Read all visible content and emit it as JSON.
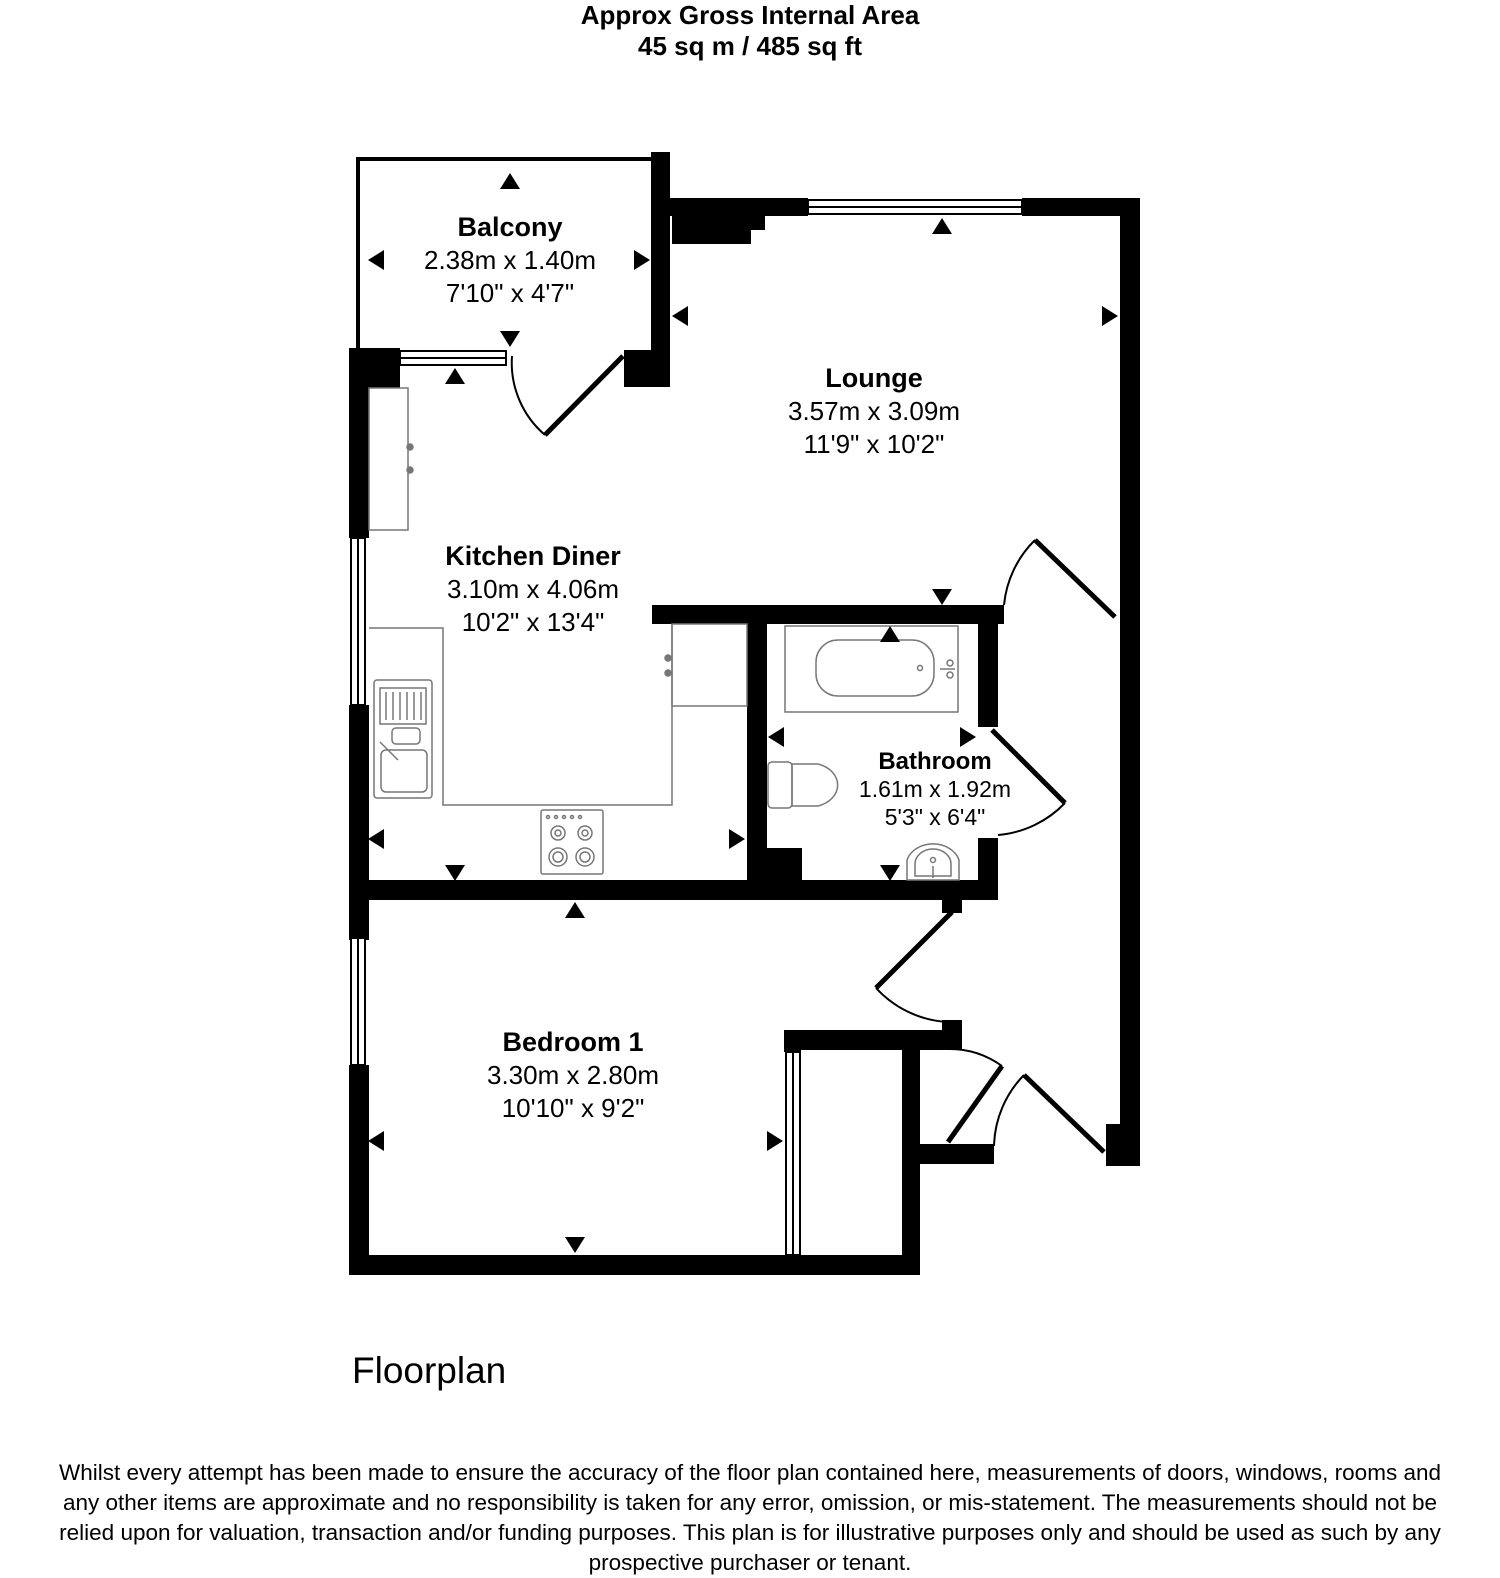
{
  "header": {
    "title": "Approx Gross Internal Area",
    "area": "45 sq m / 485 sq ft"
  },
  "rooms": {
    "balcony": {
      "name": "Balcony",
      "metric": "2.38m x 1.40m",
      "imperial": "7'10\" x 4'7\""
    },
    "lounge": {
      "name": "Lounge",
      "metric": "3.57m x 3.09m",
      "imperial": "11'9\" x 10'2\""
    },
    "kitchen": {
      "name": "Kitchen Diner",
      "metric": "3.10m x 4.06m",
      "imperial": "10'2\" x 13'4\""
    },
    "bathroom": {
      "name": "Bathroom",
      "metric": "1.61m x 1.92m",
      "imperial": "5'3\" x 6'4\""
    },
    "bedroom1": {
      "name": "Bedroom 1",
      "metric": "3.30m x 2.80m",
      "imperial": "10'10\" x 9'2\""
    }
  },
  "floor_label": "Floorplan",
  "disclaimer": {
    "line1": "Whilst every attempt has been made to ensure the accuracy of the floor plan contained here, measurements of doors, windows, rooms and",
    "line2": "any other items are approximate and no responsibility is taken for any error, omission, or mis-statement. The measurements should not be",
    "line3": "relied upon for valuation, transaction and/or funding purposes. This plan is for illustrative purposes only and should be used as such by any",
    "line4": "prospective purchaser or tenant."
  },
  "colors": {
    "wall": "#000000",
    "fixture": "#777777",
    "background": "#ffffff"
  }
}
